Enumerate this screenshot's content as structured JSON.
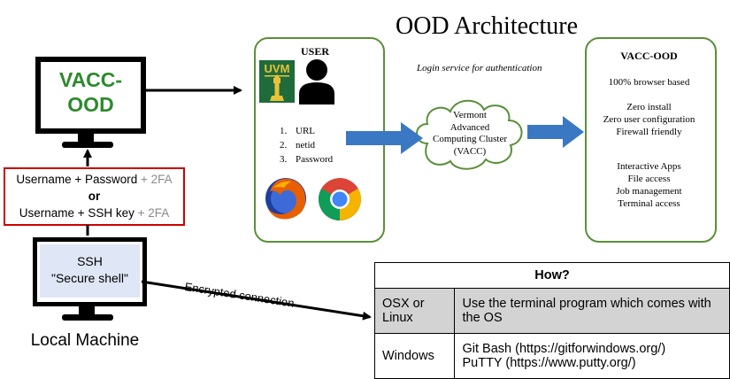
{
  "title": "OOD Architecture",
  "vacc_monitor": {
    "label": "VACC-\nOOD"
  },
  "credentials": {
    "line1_main": "Username + Password",
    "line1_extra": " + 2FA",
    "or": "or",
    "line2_main": "Username + SSH key",
    "line2_extra": " + 2FA"
  },
  "ssh_panel": {
    "line1": "SSH",
    "line2": "\"Secure shell\""
  },
  "local_machine_label": "Local Machine",
  "encrypted_label": "Encrypted connection",
  "user_panel": {
    "title": "USER",
    "logo_text": "UVM",
    "steps": [
      {
        "num": "1.",
        "text": "URL"
      },
      {
        "num": "2.",
        "text": "netid"
      },
      {
        "num": "3.",
        "text": "Password"
      }
    ]
  },
  "login_service": "Login service for authentication",
  "cluster": {
    "line1": "Vermont",
    "line2": "Advanced",
    "line3": "Computing Cluster",
    "line4": "(VACC)"
  },
  "vacc_ood_panel": {
    "title": "VACC-OOD",
    "browser": "100% browser based",
    "features_a": [
      "Zero install",
      "Zero user configuration",
      "Firewall friendly"
    ],
    "features_b": [
      "Interactive Apps",
      "File access",
      "Job management",
      "Terminal access"
    ]
  },
  "how_table": {
    "header": "How?",
    "rows": [
      {
        "os": "OSX or Linux",
        "method": "Use the terminal program which comes with the OS"
      },
      {
        "os": "Windows",
        "method": "Git Bash (https://gitforwindows.org/)\nPuTTY (https://www.putty.org/)"
      }
    ]
  },
  "colors": {
    "vacc_label": "#2d8a2d",
    "panel_border": "#5a8f3a",
    "credentials_border": "#cc0000",
    "ssh_panel_bg": "#dfe6f5",
    "flow_arrow": "#3a78c4",
    "table_shade": "#d3d3d3"
  },
  "icons": [
    "uvm-logo",
    "user-icon",
    "firefox-icon",
    "chrome-icon",
    "cloud-icon"
  ]
}
